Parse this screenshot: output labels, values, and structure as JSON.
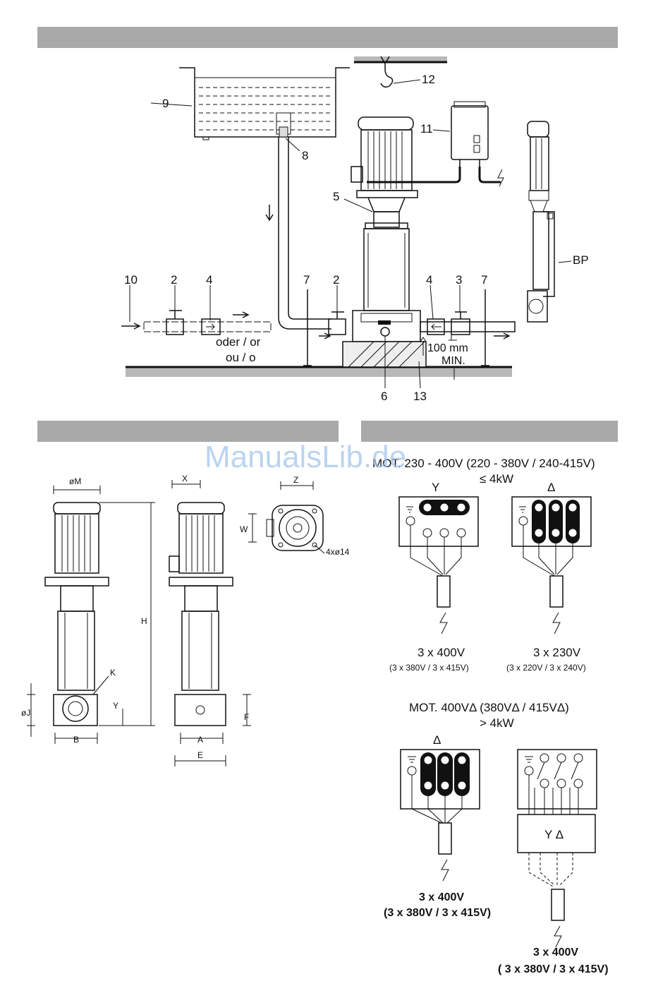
{
  "installation": {
    "labels": {
      "n9": "9",
      "n8": "8",
      "n12": "12",
      "n11": "11",
      "n5": "5",
      "n10": "10",
      "n2a": "2",
      "n4a": "4",
      "n7a": "7",
      "n2b": "2",
      "n4b": "4",
      "n3": "3",
      "n7b": "7",
      "n6": "6",
      "n13": "13",
      "bp": "BP"
    },
    "or_line1": "oder / or",
    "or_line2": "ou / o",
    "min_line1": "100 mm",
    "min_line2": "MIN."
  },
  "dimensions": {
    "labels": {
      "m": "øM",
      "x": "X",
      "z": "Z",
      "w": "W",
      "holes": "4xø14",
      "h": "H",
      "k": "K",
      "j": "øJ",
      "y": "Y",
      "f": "F",
      "b": "B",
      "a": "A",
      "e": "E"
    }
  },
  "wiring": {
    "title1": "MOT. 230 - 400V (220 - 380V / 240-415V)",
    "title1_sub": "≤ 4kW",
    "star_label": "Y",
    "delta_label": "Δ",
    "volt_left": "3 x 400V",
    "volt_left_sub": "(3 x 380V / 3 x 415V)",
    "volt_right": "3 x 230V",
    "volt_right_sub": "(3 x 220V / 3 x 240V)",
    "title2": "MOT. 400VΔ (380VΔ / 415VΔ)",
    "title2_sub": "> 4kW",
    "delta2_label": "Δ",
    "yd_label": "Y Δ",
    "volt3": "3 x 400V",
    "volt3_sub": "(3 x 380V / 3 x 415V)",
    "volt4": "3 x 400V",
    "volt4_sub": "( 3 x 380V / 3 x 415V)"
  },
  "watermark": "ManualsLib.de"
}
